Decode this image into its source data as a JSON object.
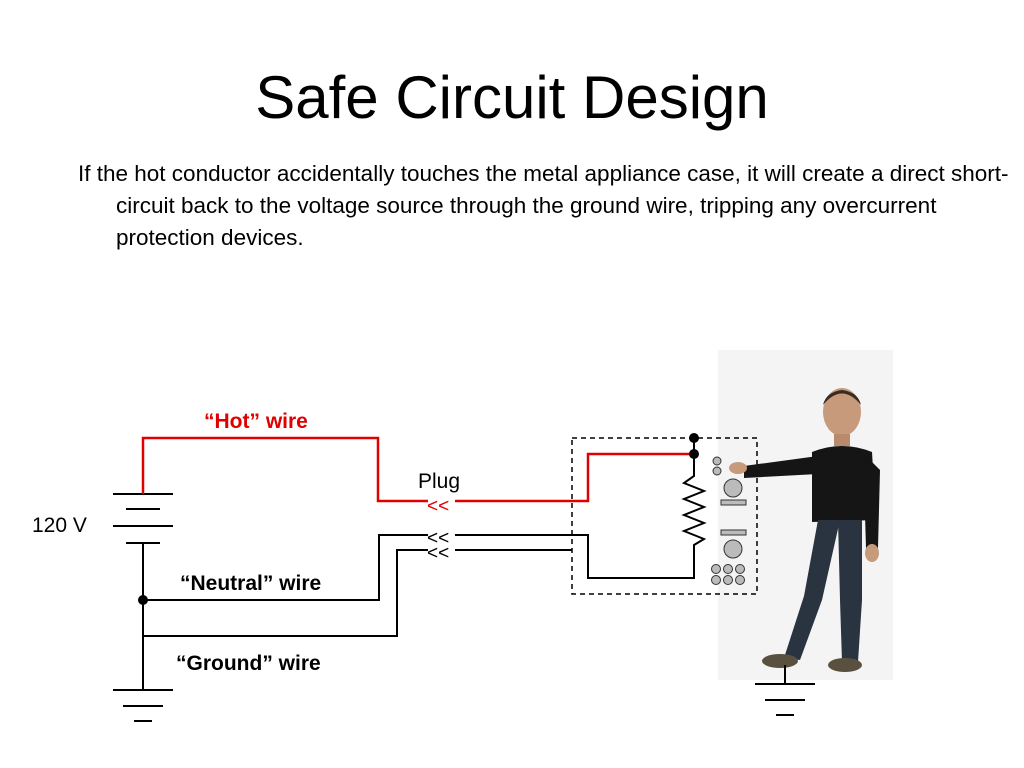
{
  "slide": {
    "title": "Safe Circuit Design",
    "body": "If the hot conductor accidentally touches the metal appliance case, it will create a direct short-circuit back to the voltage source through the ground wire, tripping any overcurrent protection devices."
  },
  "diagram": {
    "source_label": "120 V",
    "hot_label": "“Hot” wire",
    "neutral_label": "“Neutral” wire",
    "ground_label": "“Ground” wire",
    "plug_label": "Plug",
    "plug_symbol": "<<",
    "colors": {
      "hot_wire": "#e00000",
      "wire": "#000000",
      "case_outline": "#000000",
      "photo_background": "#f4f4f4"
    }
  }
}
